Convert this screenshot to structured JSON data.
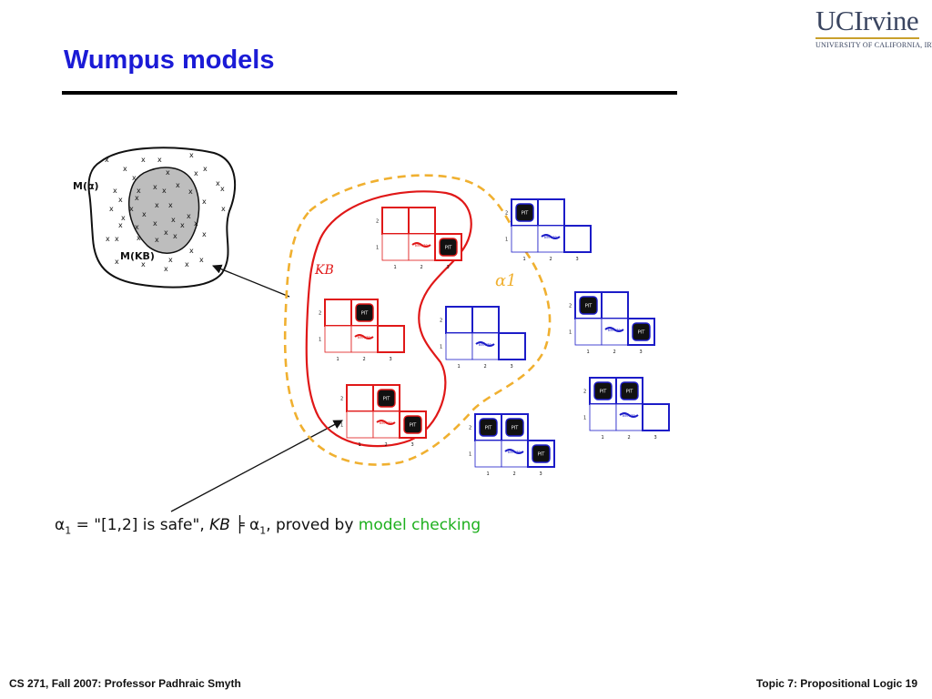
{
  "slide": {
    "title": "Wumpus models",
    "logo": {
      "main": "UCIrvine",
      "sub": "UNIVERSITY OF CALIFORNIA, IRVINE"
    },
    "footer": {
      "left": "CS 271, Fall 2007: Professor Padhraic Smyth",
      "right": "Topic 7: Propositional Logic 19"
    }
  },
  "figure": {
    "venn": {
      "label_alpha": "M(α)",
      "label_kb": "M(KB)"
    },
    "region_kb_label": "KB",
    "region_alpha_label": "α1",
    "kb_color": "#e01818",
    "alpha_color": "#f0b030",
    "model_color_inside_kb": "#e01818",
    "model_color_outside_kb": "#1c1cc8",
    "pit_label": "PIT",
    "breeze_label": "Breeze",
    "row_labels": [
      "2",
      "1"
    ],
    "col_labels": [
      "1",
      "2",
      "3"
    ]
  },
  "caption": {
    "alpha_sym": "α",
    "sub1": "1",
    "middle": " = \"[1,2] is safe\", ",
    "kb": "KB",
    "entails": " ╞ ",
    "alpha_sym2": "α",
    "sub2": "1",
    "proved": ", proved by ",
    "method": "model checking"
  }
}
